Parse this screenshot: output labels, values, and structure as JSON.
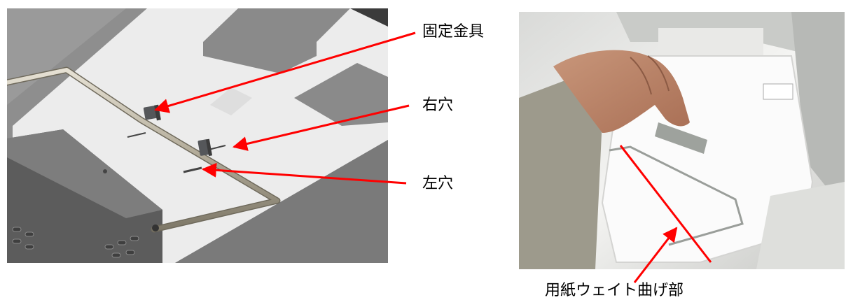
{
  "left_diagram": {
    "callouts": [
      {
        "id": "fixing-bracket",
        "text": "固定金具"
      },
      {
        "id": "right-hole",
        "text": "右穴"
      },
      {
        "id": "left-hole",
        "text": "左穴"
      }
    ]
  },
  "right_photo": {
    "caption": "用紙ウェイト曲げ部"
  },
  "colors": {
    "arrow": "#ff0000",
    "label_text": "#000000",
    "steel": "#a09a8c"
  }
}
